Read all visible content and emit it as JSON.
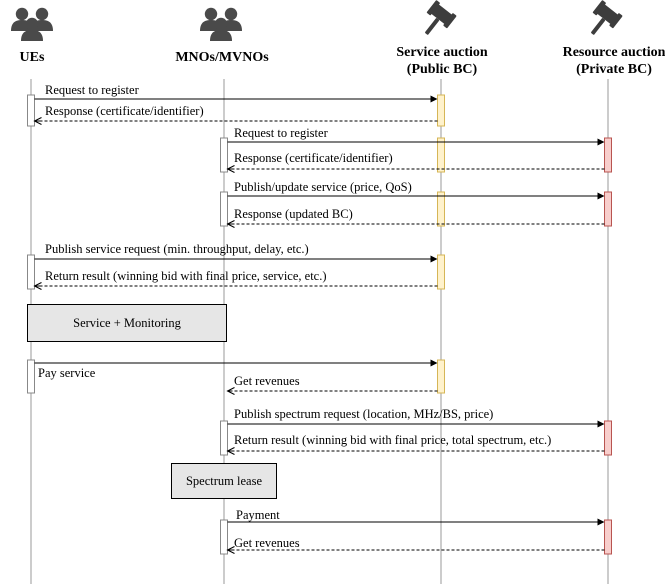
{
  "participants": {
    "ues": {
      "label": "UEs"
    },
    "mnos": {
      "label": "MNOs/MVNOs"
    },
    "service_auction": {
      "line1": "Service auction",
      "line2": "(Public BC)"
    },
    "resource_auction": {
      "line1": "Resource auction",
      "line2": "(Private BC)"
    }
  },
  "messages": [
    {
      "id": "m1",
      "text": "Request to register",
      "from": "ues",
      "to": "service_auction",
      "style": "solid"
    },
    {
      "id": "m2",
      "text": "Response (certificate/identifier)",
      "from": "service_auction",
      "to": "ues",
      "style": "dashed"
    },
    {
      "id": "m3",
      "text": "Request to register",
      "from": "mnos",
      "to": "resource_auction",
      "style": "solid"
    },
    {
      "id": "m4",
      "text": "Response (certificate/identifier)",
      "from": "resource_auction",
      "to": "mnos",
      "style": "dashed"
    },
    {
      "id": "m5",
      "text": "Publish/update service (price, QoS)",
      "from": "mnos",
      "to": "resource_auction",
      "style": "solid"
    },
    {
      "id": "m6",
      "text": "Response (updated BC)",
      "from": "resource_auction",
      "to": "mnos",
      "style": "dashed"
    },
    {
      "id": "m7",
      "text": "Publish service request (min. throughput, delay, etc.)",
      "from": "ues",
      "to": "service_auction",
      "style": "solid"
    },
    {
      "id": "m8",
      "text": "Return result (winning bid with final price, service, etc.)",
      "from": "service_auction",
      "to": "ues",
      "style": "dashed"
    },
    {
      "id": "m9",
      "text": "Pay service",
      "from": "ues",
      "to": "service_auction",
      "style": "solid"
    },
    {
      "id": "m10",
      "text": "Get revenues",
      "from": "service_auction",
      "to": "mnos",
      "style": "dashed"
    },
    {
      "id": "m11",
      "text": "Publish spectrum request (location, MHz/BS, price)",
      "from": "mnos",
      "to": "resource_auction",
      "style": "solid"
    },
    {
      "id": "m12",
      "text": "Return result (winning bid with final price, total spectrum, etc.)",
      "from": "resource_auction",
      "to": "mnos",
      "style": "dashed"
    },
    {
      "id": "m13",
      "text": "Payment",
      "from": "mnos",
      "to": "resource_auction",
      "style": "solid"
    },
    {
      "id": "m14",
      "text": "Get revenues",
      "from": "resource_auction",
      "to": "mnos",
      "style": "dashed"
    }
  ],
  "boxes": {
    "service_monitoring": "Service + Monitoring",
    "spectrum_lease": "Spectrum lease"
  },
  "colors": {
    "service_activation_fill": "#fff2cc",
    "service_activation_stroke": "#d6b656",
    "resource_activation_fill": "#f8cecc",
    "resource_activation_stroke": "#b85450",
    "lifeline": "#999999",
    "box_fill": "#e6e6e6"
  },
  "icons": {
    "ues": "users-group-icon",
    "mnos": "users-group-icon",
    "service_auction": "gavel-icon",
    "resource_auction": "gavel-icon"
  }
}
